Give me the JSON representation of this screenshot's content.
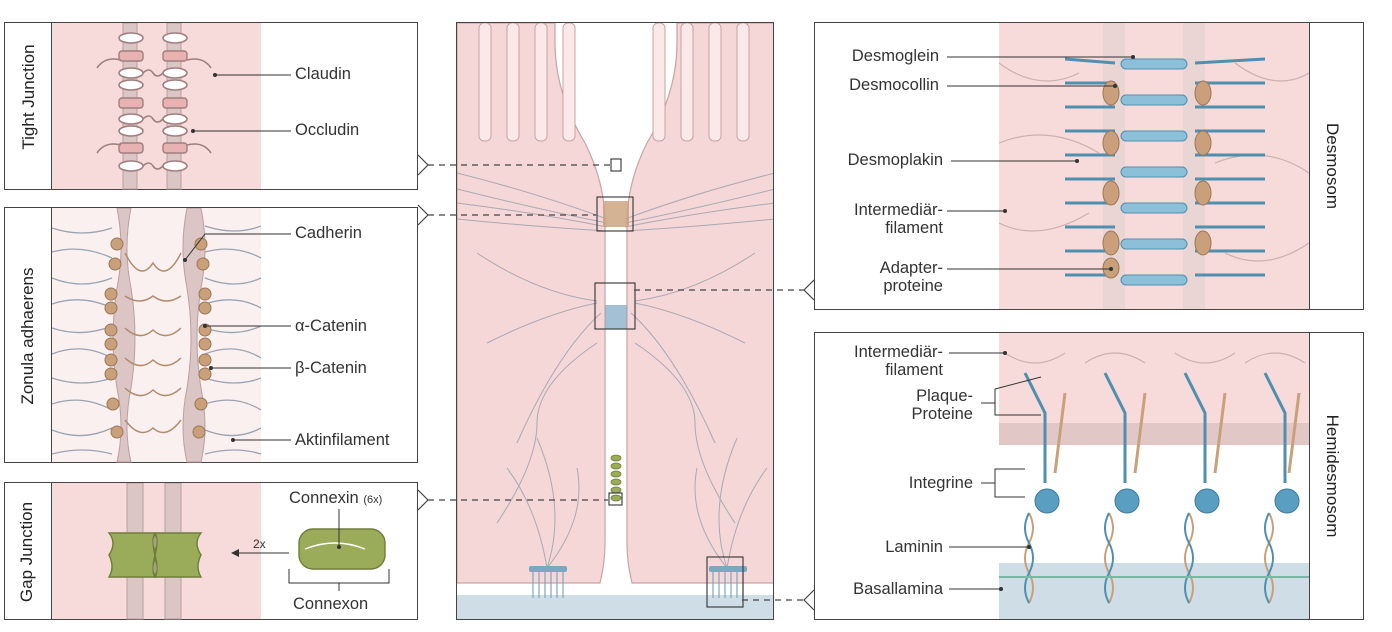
{
  "panels": {
    "tight_junction": {
      "title": "Tight Junction",
      "labels": {
        "claudin": "Claudin",
        "occludin": "Occludin"
      }
    },
    "zonula_adhaerens": {
      "title": "Zonula adhaerens",
      "labels": {
        "cadherin": "Cadherin",
        "alpha_catenin": "α-Catenin",
        "beta_catenin": "β-Catenin",
        "aktinfilament": "Aktinfilament"
      }
    },
    "gap_junction": {
      "title": "Gap Junction",
      "labels": {
        "connexin": "Connexin",
        "connexin_count": "(6x)",
        "connexon": "Connexon",
        "multiplier": "2x"
      }
    },
    "desmosom": {
      "title": "Desmosom",
      "labels": {
        "desmoglein": "Desmoglein",
        "desmocollin": "Desmocollin",
        "desmoplakin": "Desmoplakin",
        "intermediaer_1": "Intermediär-",
        "intermediaer_2": "filament",
        "adapter_1": "Adapter-",
        "adapter_2": "proteine"
      }
    },
    "hemidesmosom": {
      "title": "Hemidesmosom",
      "labels": {
        "intermediaer_1": "Intermediär-",
        "intermediaer_2": "filament",
        "plaque_1": "Plaque-",
        "plaque_2": "Proteine",
        "integrine": "Integrine",
        "laminin": "Laminin",
        "basallamina": "Basallamina"
      }
    }
  },
  "colors": {
    "cell_pink": "#f7dada",
    "membrane": "#d8c1c1",
    "filament": "#8a96a8",
    "desmo_blue": "#4f8fb0",
    "desmo_tan": "#c9a07a",
    "gap_green": "#9aab5a",
    "lamina_blue": "#cfdde7"
  }
}
